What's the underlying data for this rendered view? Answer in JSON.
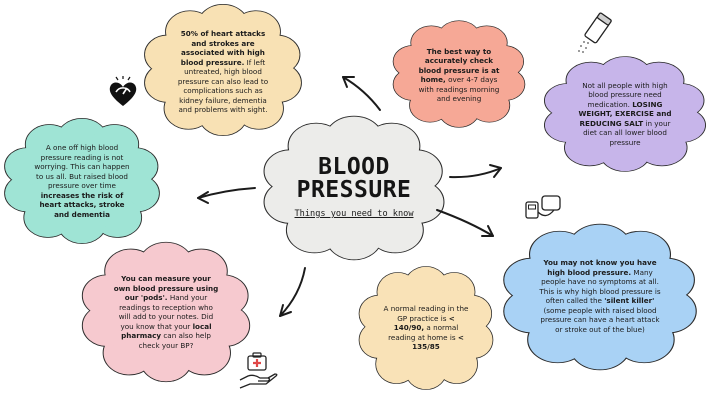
{
  "center": {
    "title_line1": "BLOOD",
    "title_line2": "PRESSURE",
    "subtitle": "Things you need to know"
  },
  "clouds": [
    {
      "id": "heart-attacks",
      "color": "#f8e1b4",
      "p1": "50% of heart attacks and strokes are associated with high blood pressure.",
      "p2": " If left untreated, high blood pressure can also lead to complications such as kidney failure, dementia and problems with sight."
    },
    {
      "id": "best-way",
      "color": "#f6a896",
      "p1": "The best way to accurately check blood pressure is at home,",
      "p2": " over 4-7 days with readings morning and evening"
    },
    {
      "id": "medication",
      "color": "#c7b5ea",
      "p1": "Not all people with high blood pressure need medication. ",
      "p2": "LOSING WEIGHT, EXERCISE and REDUCING SALT",
      "p3": " in your diet can all lower blood pressure"
    },
    {
      "id": "one-off",
      "color": "#9fe4d5",
      "p1": "A one off high blood pressure reading is not worrying. This can happen to us all. But raised blood pressure over time ",
      "p2": "increases the risk of heart attacks, stroke and dementia"
    },
    {
      "id": "silent-killer",
      "color": "#a9d2f5",
      "p1": "You may not know you have high blood pressure.",
      "p2": " Many people have no symptoms at all. This is why high blood pressure is often called the ",
      "p3": "'silent killer'",
      "p4": " (some people with raised blood pressure can have a heart attack or stroke out of the blue)"
    },
    {
      "id": "normal-reading",
      "color": "#f9e2b7",
      "p1": "A normal reading in the GP practice is ",
      "p2": "< 140/90,",
      "p3": " a normal reading at home is ",
      "p4": "< 135/85"
    },
    {
      "id": "pods",
      "color": "#f6c9cf",
      "p1": "You can measure your own blood pressure using our 'pods'.",
      "p2": " Hand your readings to reception who will add to your notes. Did you know that your ",
      "p3": "local pharmacy",
      "p4": " can also help check your BP?"
    }
  ],
  "icons": [
    "heart-gauge-icon",
    "salt-shaker-icon",
    "blood-pressure-monitor-icon",
    "medical-hand-icon"
  ]
}
